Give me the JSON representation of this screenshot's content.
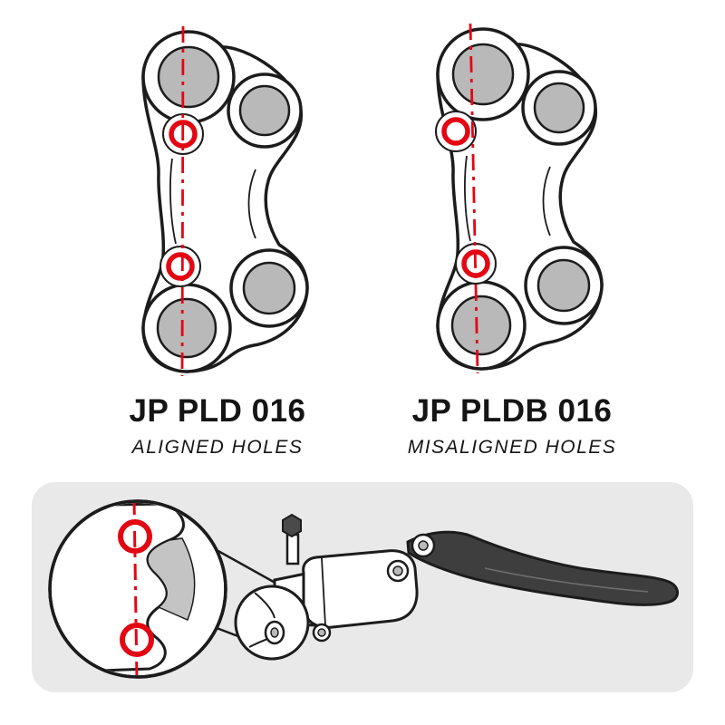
{
  "colors": {
    "red": "#e30613",
    "outline": "#1c1c1c",
    "boss_gray": "#b9b9b9",
    "panel_gray": "#e9e9e9",
    "lever_dark": "#3e3e3e"
  },
  "comparison": {
    "left": {
      "code": "JP PLD 016",
      "caption": "ALIGNED HOLES"
    },
    "right": {
      "code": "JP PLDB 016",
      "caption": "MISALIGNED HOLES"
    }
  }
}
